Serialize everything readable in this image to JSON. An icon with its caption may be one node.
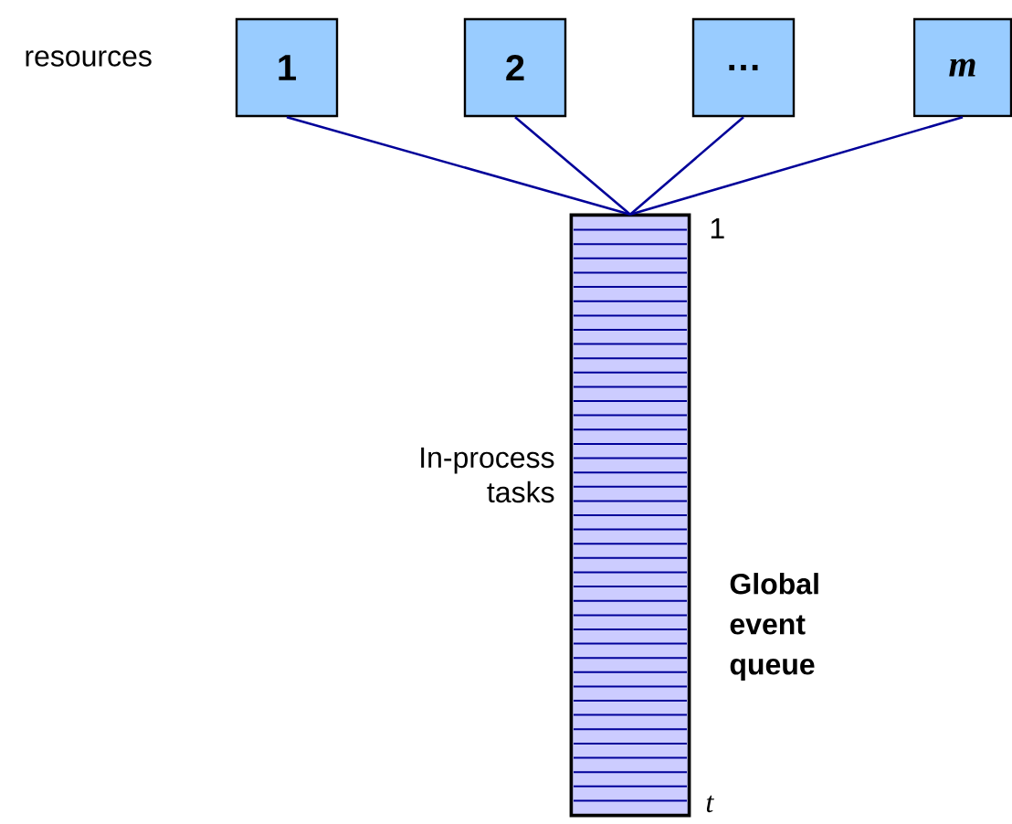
{
  "diagram": {
    "nodes": [
      {
        "text": [
          "1"
        ]
      },
      {
        "text": [
          "2"
        ]
      },
      {
        "text": [
          "…"
        ]
      },
      {
        "text": [
          "m"
        ]
      },
      {
        "text": [],
        "shape": "bar"
      }
    ],
    "edges": [
      {
        "from": 0,
        "to": 4,
        "arrow": "none",
        "color": "#000099"
      },
      {
        "from": 1,
        "to": 4,
        "arrow": "none",
        "color": "#000099"
      },
      {
        "from": 2,
        "to": 4,
        "arrow": "none",
        "color": "#000099"
      },
      {
        "from": 3,
        "to": 4,
        "arrow": "none",
        "color": "#000099"
      }
    ],
    "labels": [
      "resources",
      "1",
      "In-process tasks",
      "Global event queue",
      "t"
    ]
  }
}
